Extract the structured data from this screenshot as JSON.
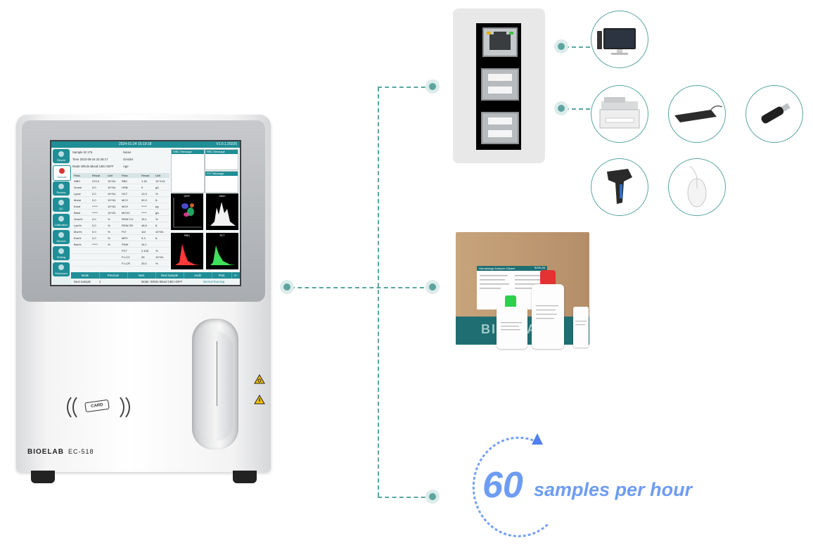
{
  "device": {
    "brand": "BIOELAB",
    "model": "EC-518",
    "card_label": "CARD",
    "screen": {
      "datetime": "2024-01-24 15:19:18",
      "version": "V1.0.1.20226",
      "sidebar": [
        "Diluent",
        "Sample",
        "Review",
        "QC",
        "Calibration",
        "Service",
        "Setting",
        "Shutdown"
      ],
      "info": {
        "sample_id": "Sample ID 176",
        "time": "Time    2023-08-16 22:48:17",
        "mode": "Mode    Whole Blood CBC+DIFF",
        "name": "Name",
        "gender": "Gender",
        "age": "Age"
      },
      "table_headers": [
        "Para.",
        "Result",
        "Unit",
        "Para.",
        "Result",
        "Unit"
      ],
      "rows": [
        [
          "WBC",
          "474.0",
          "10^9/L",
          "RBC",
          "1.16",
          "10^12/L"
        ],
        [
          "Gran#",
          "0.0",
          "10^9/L",
          "HGB",
          "0",
          "g/L"
        ],
        [
          "Lym#",
          "0.0",
          "10^9/L",
          "HCT",
          "10.3",
          "%"
        ],
        [
          "Mon#",
          "0.0",
          "10^9/L",
          "MCV",
          "90.3",
          "fL"
        ],
        [
          "Eos#",
          "*****",
          "10^9/L",
          "MCH",
          "*****",
          "pg"
        ],
        [
          "Bas#",
          "*****",
          "10^9/L",
          "MCHC",
          "*****",
          "g/L"
        ],
        [
          "Gran%",
          "0.0",
          "%",
          "RDW-CV",
          "15.1",
          "%"
        ],
        [
          "Lym%",
          "0.0",
          "%",
          "RDW-SD",
          "48.8",
          "fL"
        ],
        [
          "Mon%",
          "0.0",
          "%",
          "PLT",
          "112",
          "10^9/L"
        ],
        [
          "Eos%",
          "0.0",
          "%",
          "MPV",
          "9.3",
          "fL"
        ],
        [
          "Bas%",
          "*****",
          "%",
          "PDW",
          "16.1",
          ""
        ],
        [
          "",
          "",
          "",
          "PCT",
          "0.105",
          "%"
        ],
        [
          "",
          "",
          "",
          "P-LCC",
          "28",
          "10^9/L"
        ],
        [
          "",
          "",
          "",
          "P-LCR",
          "25.0",
          "%"
        ]
      ],
      "messages": [
        "WBC Message",
        "RBC Message",
        "PLT Message"
      ],
      "plots": [
        "DIFF",
        "WBC",
        "RBC",
        "PLT"
      ],
      "bottom_buttons": [
        "Mode",
        "Previous",
        "Next",
        "Next Sample",
        "Audit",
        "Print"
      ],
      "status_next_sample": "Next Sample",
      "status_next_sample_value": "1",
      "status_mode": "Mode: Whole Blood CBC+DIFF",
      "status_state": "Normal Running"
    }
  },
  "reagent": {
    "box_title": "Hematology Analyzer Diluent",
    "box_brand": "BIOELAB",
    "strip_brand": "BIOELAB"
  },
  "throughput": {
    "value": "60",
    "unit": "samples per hour"
  },
  "colors": {
    "accent": "#5aa6a1",
    "screen_teal": "#1f8e96",
    "highlight_blue": "#6e9cf2"
  },
  "icons": [
    "ethernet-port-icon",
    "usb-port-icon",
    "monitor-icon",
    "printer-icon",
    "keyboard-icon",
    "usb-dongle-icon",
    "barcode-scanner-icon",
    "mouse-icon"
  ]
}
